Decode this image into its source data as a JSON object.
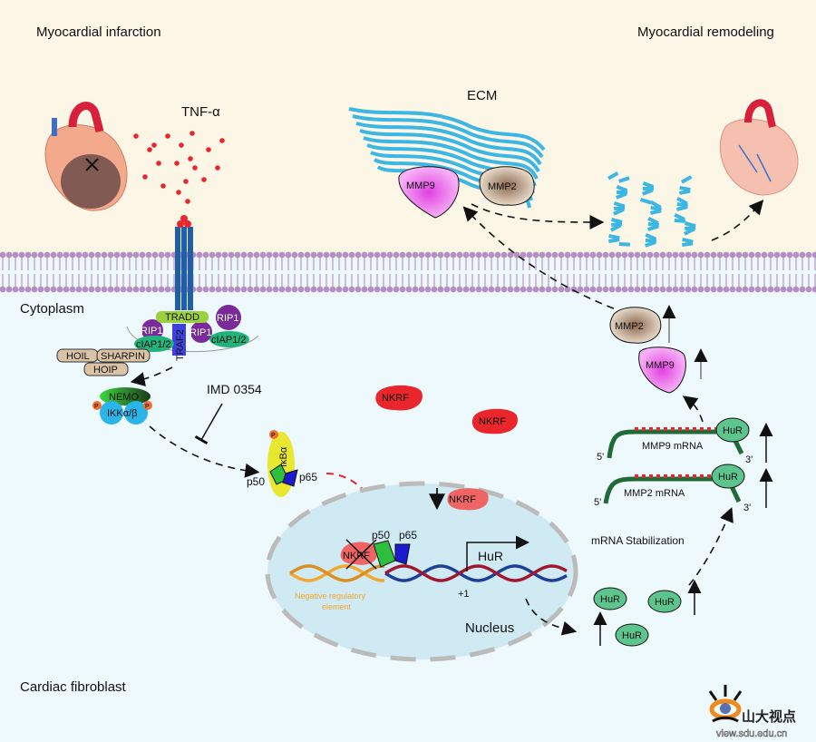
{
  "labels": {
    "myocardial_infarction": "Myocardial infarction",
    "myocardial_remodeling": "Myocardial remodeling",
    "tnf": "TNF-α",
    "ecm": "ECM",
    "cytoplasm": "Cytoplasm",
    "cardiac_fibroblast": "Cardiac fibroblast",
    "nucleus": "Nucleus",
    "imd": "IMD 0354",
    "mrna_stabilization": "mRNA Stabilization",
    "negative_element_1": "Negative regulatory",
    "negative_element_2": "element",
    "plus_one": "+1"
  },
  "proteins": {
    "tradd": "TRADD",
    "rip1": "RIP1",
    "ciap": "cIAP1/2",
    "traf2": "TRAF2",
    "hoil": "HOIL",
    "sharpin": "SHARPIN",
    "hoip": "HOIP",
    "nemo": "NEMO",
    "ikk": "IKKα/β",
    "p": "P",
    "ikba": "IκBα",
    "p50": "p50",
    "p65": "p65",
    "nkrf": "NKRF",
    "hur": "HuR",
    "mmp9": "MMP9",
    "mmp2": "MMP2",
    "mmp9_mrna": "MMP9 mRNA",
    "mmp2_mrna": "MMP2 mRNA",
    "five_prime": "5'",
    "three_prime": "3'"
  },
  "watermark": {
    "name": "山大视点",
    "url": "view.sdu.edu.cn"
  },
  "colors": {
    "extracellular": "#fbf6e6",
    "cytoplasm": "#eef9fd",
    "membrane": "#b58fc4",
    "nucleus": "#cfeaf3",
    "ecm_fiber": "#3cb6e3",
    "mmp9": "#ee66ee",
    "mmp2": "#b8977a",
    "hur": "#5cc58e",
    "nkrf": "#e8332b",
    "tnf": "#e8262b"
  }
}
